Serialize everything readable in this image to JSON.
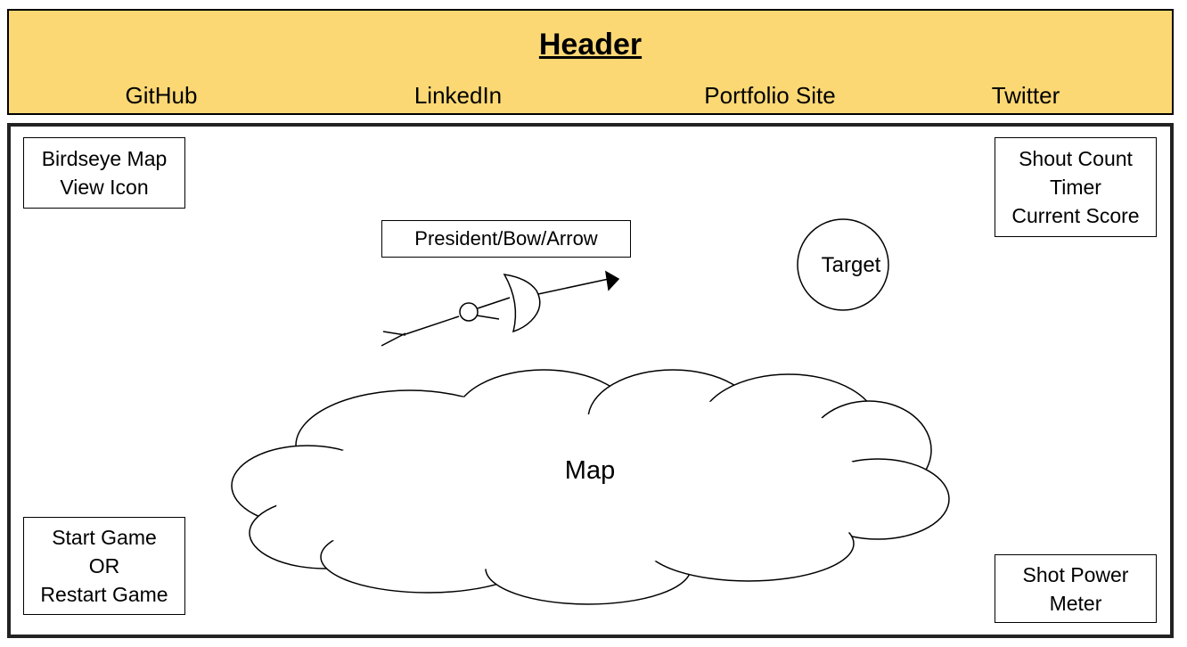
{
  "header": {
    "title": "Header",
    "links": [
      "GitHub",
      "LinkedIn",
      "Portfolio Site",
      "Twitter"
    ]
  },
  "game": {
    "birdseye_lines": [
      "Birdseye Map",
      "View Icon"
    ],
    "stats_lines": [
      "Shout Count",
      "Timer",
      "Current Score"
    ],
    "player_label": "President/Bow/Arrow",
    "target_label": "Target",
    "map_label": "Map",
    "start_lines": [
      "Start Game",
      "OR",
      "Restart Game"
    ],
    "power_lines": [
      "Shot Power",
      "Meter"
    ]
  }
}
